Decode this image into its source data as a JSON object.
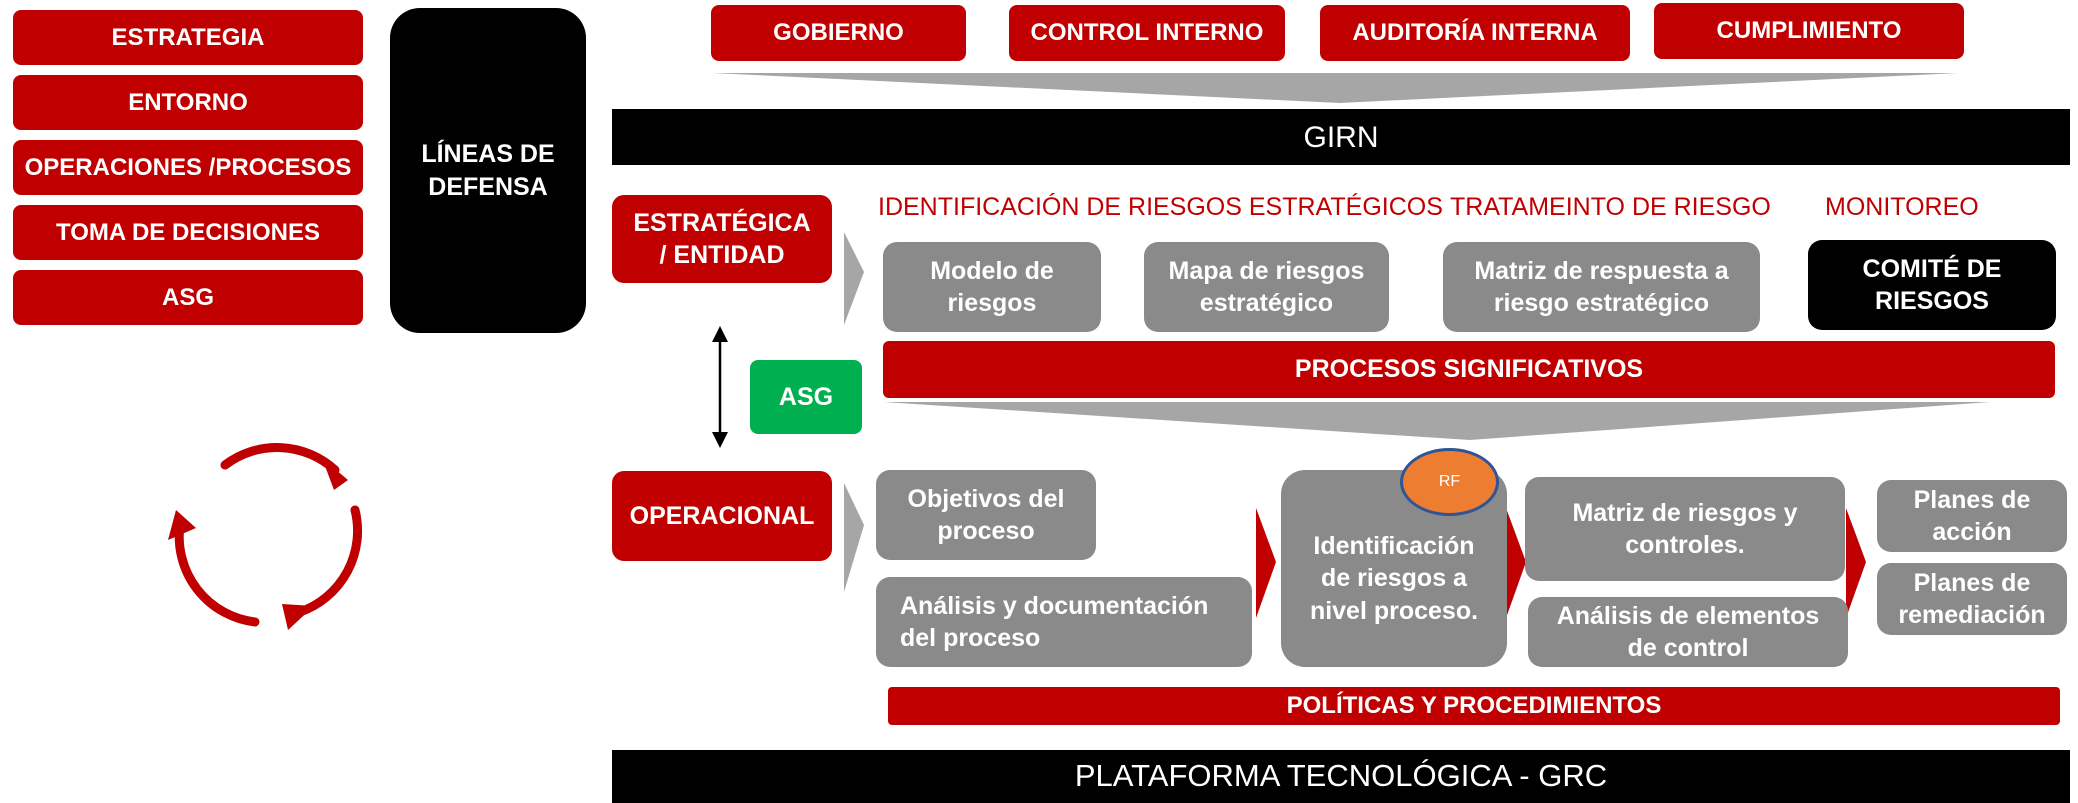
{
  "left_list": [
    "ESTRATEGIA",
    "ENTORNO",
    "OPERACIONES /PROCESOS",
    "TOMA DE DECISIONES",
    "ASG"
  ],
  "defense": {
    "line1": "LÍNEAS DE",
    "line2": "DEFENSA"
  },
  "top_boxes": [
    "GOBIERNO",
    "CONTROL INTERNO",
    "AUDITORÍA  INTERNA",
    "CUMPLIMIENTO"
  ],
  "girn": "GIRN",
  "strategic": {
    "label_line1": "ESTRATÉGICA",
    "label_line2": "/ ENTIDAD",
    "headers": [
      "IDENTIFICACIÓN DE RIESGOS ESTRATÉGICOS",
      "TRATAMEINTO DE RIESGO",
      "MONITOREO"
    ],
    "boxes": [
      {
        "l1": "Modelo de",
        "l2": "riesgos"
      },
      {
        "l1": "Mapa de riesgos",
        "l2": "estratégico"
      },
      {
        "l1": "Matriz de respuesta a",
        "l2": "riesgo estratégico"
      },
      {
        "l1": "COMITÉ DE",
        "l2": "RIESGOS"
      }
    ]
  },
  "asg_label": "ASG",
  "procesos": "PROCESOS  SIGNIFICATIVOS",
  "operational": {
    "label": "OPERACIONAL",
    "objetivos": {
      "l1": "Objetivos del",
      "l2": "proceso"
    },
    "analisis": {
      "l1": "Análisis y documentación",
      "l2": "del proceso"
    },
    "identificacion": {
      "l1": "Identificación",
      "l2": "de riesgos a",
      "l3": "nivel proceso."
    },
    "rf": "RF",
    "matriz": {
      "l1": "Matriz de riesgos y",
      "l2": "controles."
    },
    "elementos": {
      "l1": "Análisis de elementos",
      "l2": "de control"
    },
    "planes_accion": {
      "l1": "Planes de",
      "l2": "acción"
    },
    "planes_remediacion": {
      "l1": "Planes de",
      "l2": "remediación"
    }
  },
  "politicas": "POLÍTICAS Y PROCEDIMIENTOS",
  "plataforma": "PLATAFORMA TECNOLÓGICA  - GRC",
  "colors": {
    "red": "#c00000",
    "gray": "#8a8a8a",
    "black": "#000000",
    "green": "#00b050",
    "orange": "#ed7d31",
    "blue_border": "#2f5597"
  },
  "icons": [
    "cycle-arrows-icon",
    "double-arrow-icon",
    "chevron-right-icon"
  ]
}
